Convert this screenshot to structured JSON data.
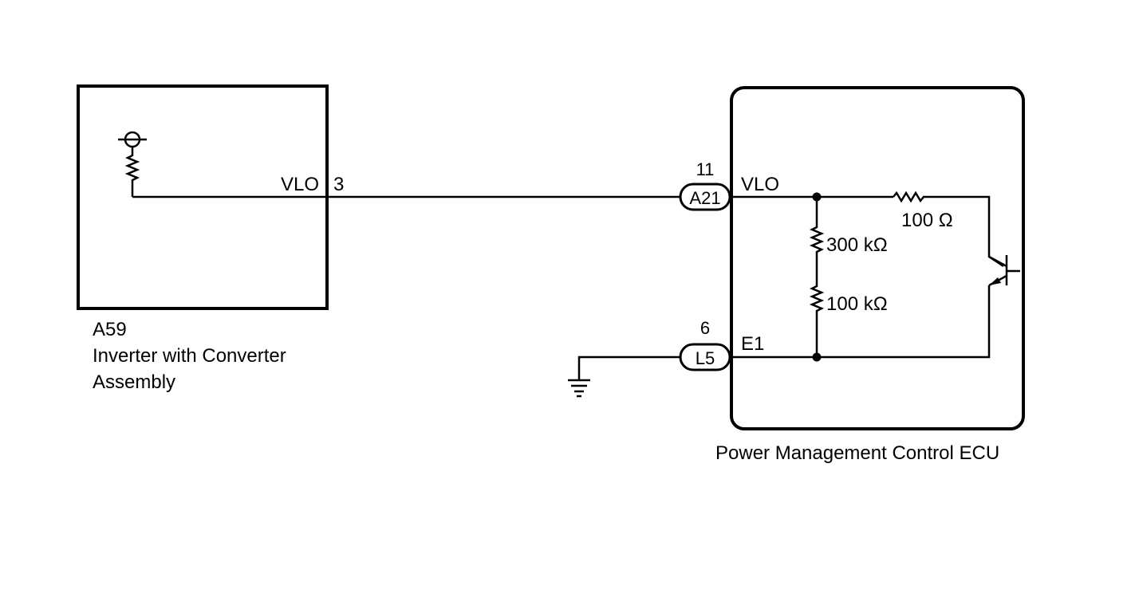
{
  "inverter": {
    "code": "A59",
    "name_line1": "Inverter with Converter",
    "name_line2": "Assembly",
    "terminal_name": "VLO",
    "terminal_pin": "3"
  },
  "ecu": {
    "name": "Power Management Control ECU",
    "vlo_connector": "A21",
    "vlo_pin": "11",
    "vlo_terminal": "VLO",
    "e1_connector": "L5",
    "e1_pin": "6",
    "e1_terminal": "E1",
    "resistor_series": "100 Ω",
    "resistor_upper": "300 kΩ",
    "resistor_lower": "100 kΩ"
  }
}
